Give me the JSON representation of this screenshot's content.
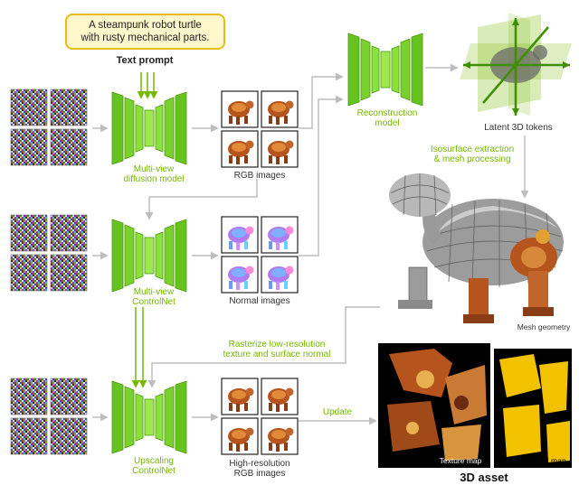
{
  "prompt": {
    "line1": "A steampunk robot turtle",
    "line2": "with rusty mechanical parts.",
    "label": "Text prompt"
  },
  "stages": {
    "diffusion": {
      "line1": "Multi-view",
      "line2": "diffusion model"
    },
    "controlnet": {
      "line1": "Multi-view",
      "line2": "ControlNet"
    },
    "upscaling": {
      "line1": "Upscaling",
      "line2": "ControlNet"
    },
    "reconstruction": {
      "line1": "Reconstruction",
      "line2": "model"
    }
  },
  "outputs": {
    "rgb": "RGB images",
    "normal": "Normal images",
    "hires_line1": "High-resolution",
    "hires_line2": "RGB images",
    "tokens": "Latent 3D tokens",
    "mesh": "Mesh geometry",
    "texture": "Texture map",
    "material": "Material map",
    "asset": "3D asset"
  },
  "steps": {
    "iso_line1": "Isosurface extraction",
    "iso_line2": "& mesh processing",
    "raster_line1": "Rasterize low-resolution",
    "raster_line2": "texture and surface normal",
    "update": "Update"
  },
  "colors": {
    "accent_green": "#76b900",
    "arrow_grey": "#bdbdbd",
    "prompt_fill": "#fff8cc",
    "prompt_border": "#e6bd14",
    "material_yellow": "#f2c200"
  }
}
